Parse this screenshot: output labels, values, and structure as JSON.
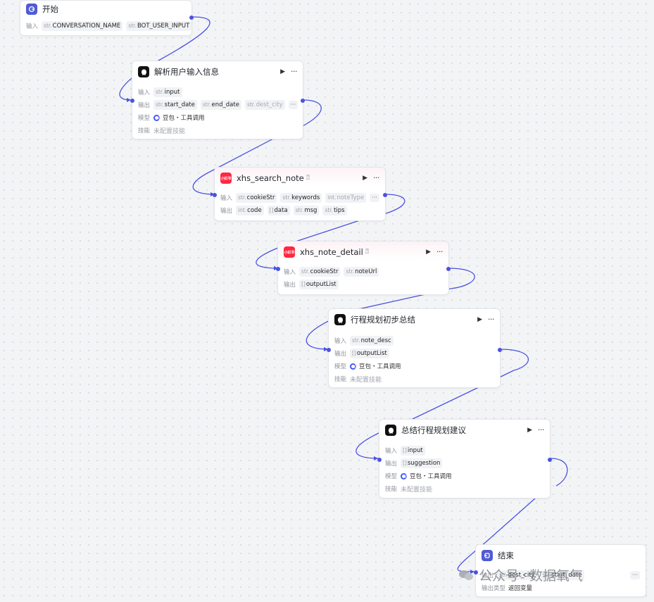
{
  "nodes": {
    "start": {
      "title": "开始",
      "input_label": "输入",
      "inputs": [
        {
          "type": "str.",
          "name": "CONVERSATION_NAME"
        },
        {
          "type": "str.",
          "name": "BOT_USER_INPUT"
        }
      ]
    },
    "parse": {
      "title": "解析用户输入信息",
      "input_label": "输入",
      "output_label": "输出",
      "model_label": "模型",
      "skill_label": "技能",
      "inputs": [
        {
          "type": "str.",
          "name": "input"
        }
      ],
      "outputs": [
        {
          "type": "str.",
          "name": "start_date"
        },
        {
          "type": "str.",
          "name": "end_date"
        },
        {
          "type": "str.",
          "name": "dest_city"
        }
      ],
      "more": "···",
      "model": "豆包・工具调用",
      "skill": "未配置技能"
    },
    "search": {
      "title": "xhs_search_note",
      "icon_text": "小红书",
      "tag": "⍰",
      "input_label": "输入",
      "output_label": "输出",
      "inputs": [
        {
          "type": "str.",
          "name": "cookieStr"
        },
        {
          "type": "str.",
          "name": "keywords"
        },
        {
          "type": "int.",
          "name": "noteType"
        }
      ],
      "outputs": [
        {
          "type": "int.",
          "name": "code"
        },
        {
          "type": "[]",
          "name": "data"
        },
        {
          "type": "str.",
          "name": "msg"
        },
        {
          "type": "str.",
          "name": "tips"
        }
      ],
      "more": "···"
    },
    "detail": {
      "title": "xhs_note_detail",
      "icon_text": "小红书",
      "tag": "⍰",
      "input_label": "输入",
      "output_label": "输出",
      "inputs": [
        {
          "type": "str.",
          "name": "cookieStr"
        },
        {
          "type": "str.",
          "name": "noteUrl"
        }
      ],
      "outputs": [
        {
          "type": "[]",
          "name": "outputList"
        }
      ]
    },
    "plan": {
      "title": "行程规划初步总结",
      "input_label": "输入",
      "output_label": "输出",
      "model_label": "模型",
      "skill_label": "技能",
      "inputs": [
        {
          "type": "str.",
          "name": "note_desc"
        }
      ],
      "outputs": [
        {
          "type": "[]",
          "name": "outputList"
        }
      ],
      "model": "豆包・工具调用",
      "skill": "未配置技能"
    },
    "suggest": {
      "title": "总结行程规划建议",
      "input_label": "输入",
      "output_label": "输出",
      "model_label": "模型",
      "skill_label": "技能",
      "inputs": [
        {
          "type": "[]",
          "name": "input"
        }
      ],
      "outputs": [
        {
          "type": "[]",
          "name": "suggestion"
        }
      ],
      "model": "豆包・工具调用",
      "skill": "未配置技能"
    },
    "end": {
      "title": "结束",
      "output_label": "输出",
      "output_type_label": "输出类型",
      "outputs": [
        {
          "type": "str.",
          "name": "dest_city"
        },
        {
          "type": "str.",
          "name": "start_date"
        }
      ],
      "more": "···",
      "output_type": "返回变量"
    }
  },
  "actions": {
    "run": "▶",
    "more": "···"
  },
  "watermark": {
    "left": "公众号",
    "right": "数据氧气"
  },
  "colors": {
    "wire": "#4b53e0",
    "port": "#4b53e0",
    "plugin_icon": "#ff2741",
    "llm_icon": "#111111",
    "start_icon": "#4f5bd5"
  }
}
